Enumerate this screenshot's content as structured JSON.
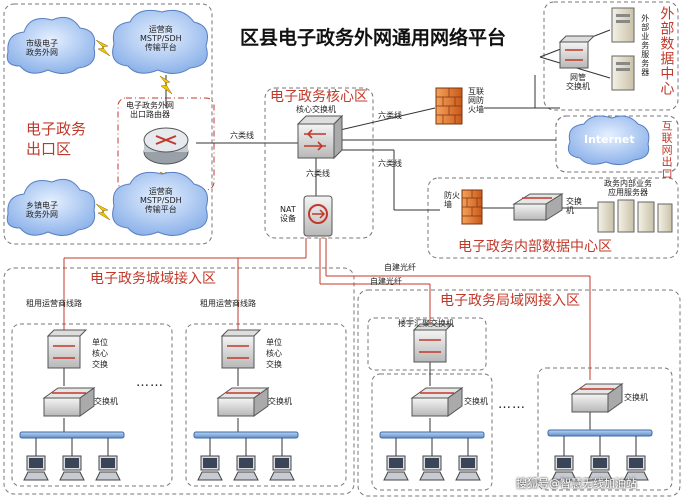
{
  "title": "区县电子政务外网通用网络平台",
  "zones": {
    "exit_zone": "电子政务\n出口区",
    "core_zone": "电子政务核心区",
    "city_access": "电子政务城域接入区",
    "lan_access": "电子政务局域网接入区",
    "internal_dc": "电子政务内部数据中心区",
    "external_dc": "外部数据中心",
    "internet_zone": "互联网出口"
  },
  "exit_area": {
    "city_cloud": "市级电子\n政务外网",
    "town_cloud": "乡镇电子\n政务外网",
    "carrier_top": "运营商\nMSTP/SDH\n传输平台",
    "carrier_bottom": "运营商\nMSTP/SDH\n传输平台",
    "router": "电子政务外网\n出口路由器"
  },
  "core_area": {
    "core_switch": "核心交换机",
    "nat": "NAT\n设备",
    "cat6_a": "六类线",
    "cat6_b": "六类线",
    "cat6_c": "六类线",
    "cat6_d": "六类线"
  },
  "internet_area": {
    "firewall": "互联\n网防\n火墙",
    "mgmt_switch": "网管\n交换机",
    "internet": "Internet",
    "servers": "外部业务服务器"
  },
  "internal_dc_area": {
    "firewall": "防火\n墙",
    "switch": "交换\n机",
    "servers": "政务内部业务\n应用服务器"
  },
  "links": {
    "fiber_a": "自建光纤",
    "fiber_b": "自建光纤",
    "lease_a": "租用运营商线路",
    "lease_b": "租用运营商线路"
  },
  "city_access_area": {
    "unit_core": "单位\n核心\n交换",
    "unit_core_2": "单位\n核心\n交换",
    "switch": "交换机",
    "switch_2": "交换机",
    "dots": "……"
  },
  "lan_access_area": {
    "bldg_switch": "楼宇汇聚交换机",
    "switch": "交换机",
    "switch_2": "交换机",
    "dots": "……"
  },
  "watermark": "搜狐号@智慧无线加油站"
}
